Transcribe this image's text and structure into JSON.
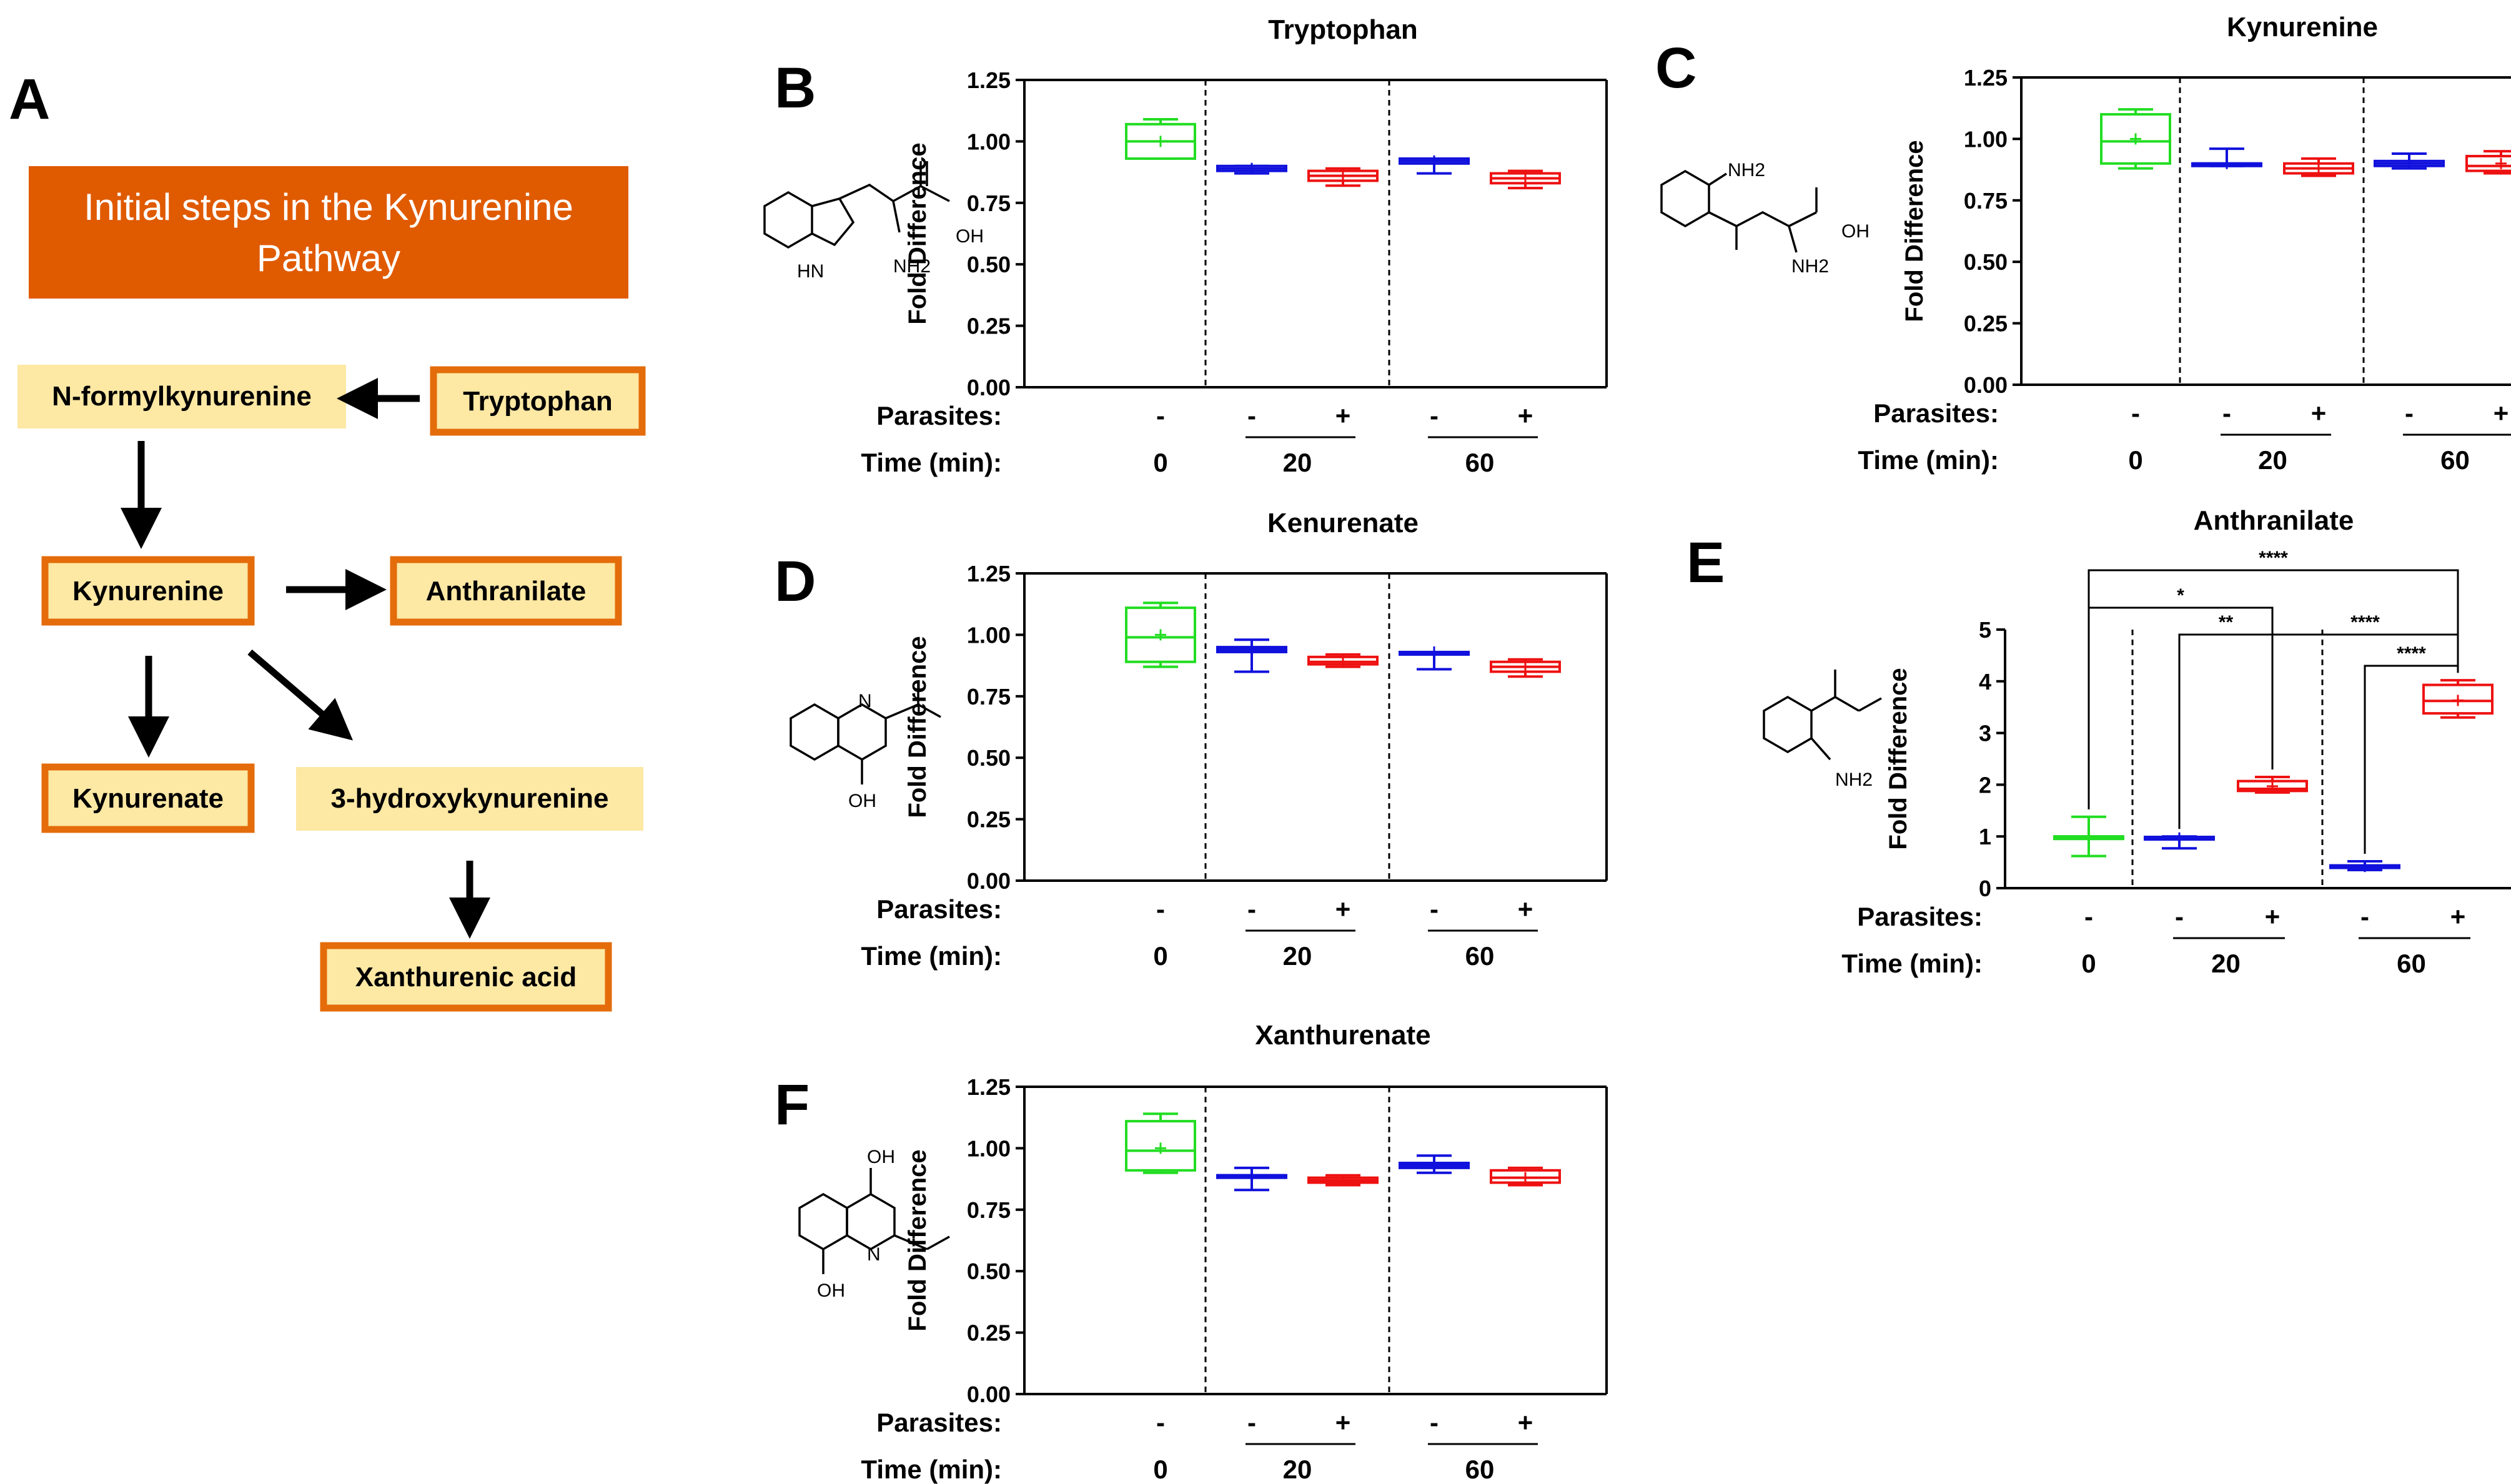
{
  "panel_labels": [
    "A",
    "B",
    "C",
    "D",
    "E",
    "F"
  ],
  "pathway": {
    "title": "Initial steps in the Kynurenine Pathway",
    "nodes": [
      "N-formylkynurenine",
      "Tryptophan",
      "Kynurenine",
      "Anthranilate",
      "Kynurenate",
      "3-hydroxykynurenine",
      "Xanthurenic acid"
    ]
  },
  "row_labels": {
    "parasites": "Parasites:",
    "time": "Time (min):"
  },
  "chemical_labels": {
    "trp": [
      "OH",
      "HN",
      "NH2"
    ],
    "kyn": [
      "NH2",
      "OH",
      "NH2"
    ],
    "kyna": [
      "N",
      "OH"
    ],
    "anth": [
      "NH2"
    ],
    "xan": [
      "OH",
      "OH",
      "N"
    ]
  },
  "chart_data": [
    {
      "panel": "B",
      "type": "box",
      "title": "Tryptophan",
      "ylabel": "Fold Difference",
      "ylim": [
        0,
        1.25
      ],
      "yticks": [
        "0.00",
        "0.25",
        "0.50",
        "0.75",
        "1.00",
        "1.25"
      ],
      "categories": [
        {
          "time": "0",
          "parasites": "-",
          "color": "#22dd22",
          "min": 0.93,
          "q1": 0.93,
          "median": 1.0,
          "mean": 1.0,
          "q3": 1.07,
          "max": 1.09
        },
        {
          "time": "20",
          "parasites": "-",
          "color": "#1111dd",
          "min": 0.87,
          "q1": 0.88,
          "median": 0.89,
          "mean": 0.89,
          "q3": 0.9,
          "max": 0.9
        },
        {
          "time": "20",
          "parasites": "+",
          "color": "#ee1111",
          "min": 0.82,
          "q1": 0.84,
          "median": 0.86,
          "mean": 0.86,
          "q3": 0.88,
          "max": 0.89
        },
        {
          "time": "60",
          "parasites": "-",
          "color": "#1111dd",
          "min": 0.87,
          "q1": 0.91,
          "median": 0.92,
          "mean": 0.92,
          "q3": 0.93,
          "max": 0.93
        },
        {
          "time": "60",
          "parasites": "+",
          "color": "#ee1111",
          "min": 0.81,
          "q1": 0.83,
          "median": 0.85,
          "mean": 0.85,
          "q3": 0.87,
          "max": 0.88
        }
      ]
    },
    {
      "panel": "C",
      "type": "box",
      "title": "Kynurenine",
      "ylabel": "Fold Difference",
      "ylim": [
        0,
        1.25
      ],
      "yticks": [
        "0.00",
        "0.25",
        "0.50",
        "0.75",
        "1.00",
        "1.25"
      ],
      "categories": [
        {
          "time": "0",
          "parasites": "-",
          "color": "#22dd22",
          "min": 0.88,
          "q1": 0.9,
          "median": 0.99,
          "mean": 1.0,
          "q3": 1.1,
          "max": 1.12
        },
        {
          "time": "20",
          "parasites": "-",
          "color": "#1111dd",
          "min": 0.89,
          "q1": 0.89,
          "median": 0.9,
          "mean": 0.9,
          "q3": 0.9,
          "max": 0.96
        },
        {
          "time": "20",
          "parasites": "+",
          "color": "#ee1111",
          "min": 0.85,
          "q1": 0.86,
          "median": 0.88,
          "mean": 0.88,
          "q3": 0.9,
          "max": 0.92
        },
        {
          "time": "60",
          "parasites": "-",
          "color": "#1111dd",
          "min": 0.88,
          "q1": 0.89,
          "median": 0.9,
          "mean": 0.9,
          "q3": 0.91,
          "max": 0.94
        },
        {
          "time": "60",
          "parasites": "+",
          "color": "#ee1111",
          "min": 0.86,
          "q1": 0.87,
          "median": 0.89,
          "mean": 0.9,
          "q3": 0.93,
          "max": 0.95
        }
      ]
    },
    {
      "panel": "D",
      "type": "box",
      "title": "Kenurenate",
      "ylabel": "Fold Difference",
      "ylim": [
        0,
        1.25
      ],
      "yticks": [
        "0.00",
        "0.25",
        "0.50",
        "0.75",
        "1.00",
        "1.25"
      ],
      "categories": [
        {
          "time": "0",
          "parasites": "-",
          "color": "#22dd22",
          "min": 0.87,
          "q1": 0.89,
          "median": 0.99,
          "mean": 1.0,
          "q3": 1.11,
          "max": 1.13
        },
        {
          "time": "20",
          "parasites": "-",
          "color": "#1111dd",
          "min": 0.85,
          "q1": 0.93,
          "median": 0.94,
          "mean": 0.94,
          "q3": 0.95,
          "max": 0.98
        },
        {
          "time": "20",
          "parasites": "+",
          "color": "#ee1111",
          "min": 0.87,
          "q1": 0.88,
          "median": 0.89,
          "mean": 0.89,
          "q3": 0.91,
          "max": 0.92
        },
        {
          "time": "60",
          "parasites": "-",
          "color": "#1111dd",
          "min": 0.86,
          "q1": 0.92,
          "median": 0.93,
          "mean": 0.93,
          "q3": 0.93,
          "max": 0.93
        },
        {
          "time": "60",
          "parasites": "+",
          "color": "#ee1111",
          "min": 0.83,
          "q1": 0.85,
          "median": 0.87,
          "mean": 0.87,
          "q3": 0.89,
          "max": 0.9
        }
      ]
    },
    {
      "panel": "E",
      "type": "box",
      "title": "Anthranilate",
      "ylabel": "Fold Difference",
      "ylim": [
        0,
        5
      ],
      "yticks": [
        "0",
        "1",
        "2",
        "3",
        "4",
        "5"
      ],
      "categories": [
        {
          "time": "0",
          "parasites": "-",
          "color": "#22dd22",
          "min": 0.62,
          "q1": 1.0,
          "median": 1.0,
          "mean": 1.0,
          "q3": 1.0,
          "max": 1.38
        },
        {
          "time": "20",
          "parasites": "-",
          "color": "#1111dd",
          "min": 0.77,
          "q1": 0.95,
          "median": 0.97,
          "mean": 0.97,
          "q3": 0.99,
          "max": 1.0
        },
        {
          "time": "20",
          "parasites": "+",
          "color": "#ee1111",
          "min": 1.85,
          "q1": 1.88,
          "median": 1.92,
          "mean": 1.97,
          "q3": 2.07,
          "max": 2.15
        },
        {
          "time": "60",
          "parasites": "-",
          "color": "#1111dd",
          "min": 0.35,
          "q1": 0.4,
          "median": 0.42,
          "mean": 0.42,
          "q3": 0.44,
          "max": 0.52
        },
        {
          "time": "60",
          "parasites": "+",
          "color": "#ee1111",
          "min": 3.3,
          "q1": 3.38,
          "median": 3.62,
          "mean": 3.63,
          "q3": 3.93,
          "max": 4.02
        }
      ],
      "significance": [
        {
          "from": 0,
          "to": 4,
          "label": "****"
        },
        {
          "from": 0,
          "to": 2,
          "label": "*"
        },
        {
          "from": 1,
          "to": 2,
          "label": "**"
        },
        {
          "from": 2,
          "to": 4,
          "label": "****"
        },
        {
          "from": 3,
          "to": 4,
          "label": "****"
        }
      ]
    },
    {
      "panel": "F",
      "type": "box",
      "title": "Xanthurenate",
      "ylabel": "Fold Difference",
      "ylim": [
        0,
        1.25
      ],
      "yticks": [
        "0.00",
        "0.25",
        "0.50",
        "0.75",
        "1.00",
        "1.25"
      ],
      "categories": [
        {
          "time": "0",
          "parasites": "-",
          "color": "#22dd22",
          "min": 0.9,
          "q1": 0.91,
          "median": 0.99,
          "mean": 1.0,
          "q3": 1.11,
          "max": 1.14
        },
        {
          "time": "20",
          "parasites": "-",
          "color": "#1111dd",
          "min": 0.83,
          "q1": 0.88,
          "median": 0.89,
          "mean": 0.88,
          "q3": 0.89,
          "max": 0.92
        },
        {
          "time": "20",
          "parasites": "+",
          "color": "#ee1111",
          "min": 0.85,
          "q1": 0.86,
          "median": 0.87,
          "mean": 0.87,
          "q3": 0.88,
          "max": 0.89
        },
        {
          "time": "60",
          "parasites": "-",
          "color": "#1111dd",
          "min": 0.9,
          "q1": 0.92,
          "median": 0.93,
          "mean": 0.93,
          "q3": 0.94,
          "max": 0.97
        },
        {
          "time": "60",
          "parasites": "+",
          "color": "#ee1111",
          "min": 0.85,
          "q1": 0.86,
          "median": 0.88,
          "mean": 0.88,
          "q3": 0.91,
          "max": 0.92
        }
      ]
    }
  ]
}
